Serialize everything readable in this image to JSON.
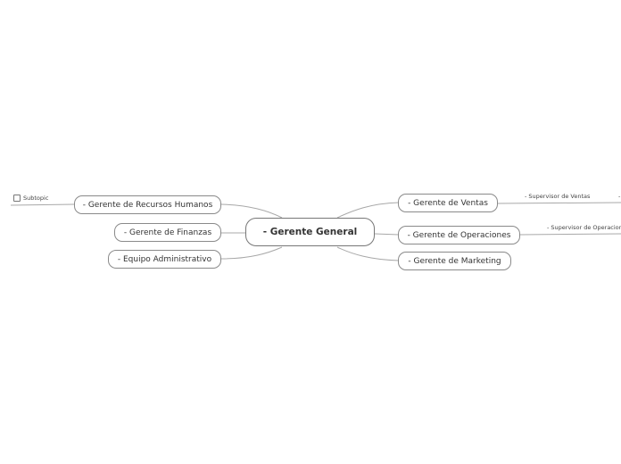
{
  "central": {
    "label": "- Gerente General"
  },
  "left_nodes": [
    {
      "label": "- Gerente de Recursos Humanos"
    },
    {
      "label": "- Gerente de Finanzas"
    },
    {
      "label": "- Equipo Administrativo"
    }
  ],
  "right_nodes": [
    {
      "label": "- Gerente de Ventas"
    },
    {
      "label": "- Gerente de Operaciones"
    },
    {
      "label": "- Gerente de Marketing"
    }
  ],
  "subtopics": {
    "hr_child": "Subtopic",
    "ventas_child": "- Supervisor de Ventas",
    "ventas_grandchild": "-",
    "operaciones_child": "- Supervisor de Operaciones"
  }
}
